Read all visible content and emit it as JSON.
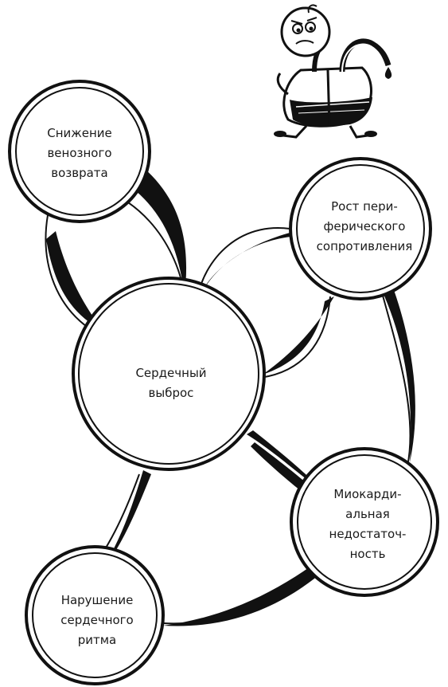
{
  "diagram": {
    "nodes": [
      {
        "id": "venous_return",
        "lines": [
          "Снижение",
          "венозного",
          "возврата"
        ]
      },
      {
        "id": "peripheral_resistance",
        "lines": [
          "Рост пери-",
          "ферического",
          "сопротивления"
        ]
      },
      {
        "id": "cardiac_output",
        "lines": [
          "Сердечный",
          "выброс"
        ]
      },
      {
        "id": "myocardial_insufficiency",
        "lines": [
          "Миокарди-",
          "альная",
          "недостаточ-",
          "ность"
        ]
      },
      {
        "id": "rhythm_disorder",
        "lines": [
          "Нарушение",
          "сердечного",
          "ритма"
        ]
      }
    ],
    "mascot": "sad-heart-cartoon"
  }
}
